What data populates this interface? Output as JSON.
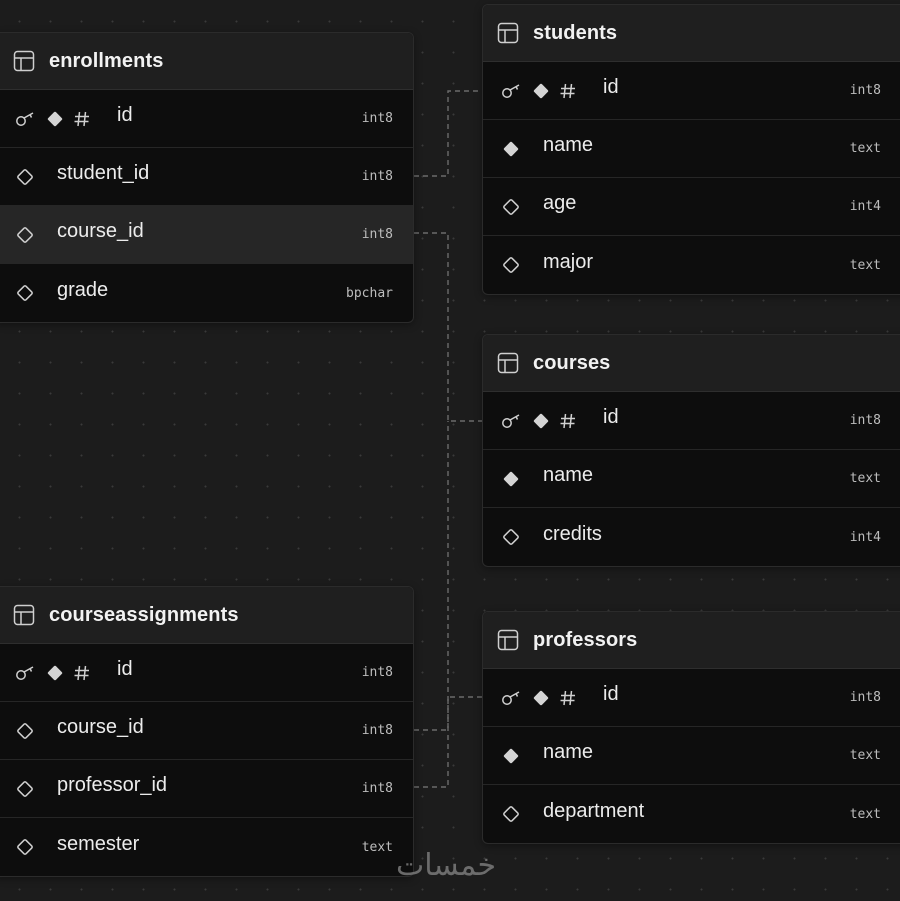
{
  "diagram": {
    "theme": {
      "background": "#1c1c1c",
      "card": "#0d0d0d",
      "header": "#1f1f1f",
      "connector": "#6b6b6b"
    },
    "tables": {
      "enrollments": {
        "title": "enrollments",
        "columns": [
          {
            "name": "id",
            "type": "int8",
            "icons": [
              "key-icon",
              "filled-diamond-icon",
              "hash-icon"
            ]
          },
          {
            "name": "student_id",
            "type": "int8",
            "icons": [
              "outline-diamond-icon"
            ]
          },
          {
            "name": "course_id",
            "type": "int8",
            "icons": [
              "outline-diamond-icon"
            ]
          },
          {
            "name": "grade",
            "type": "bpchar",
            "icons": [
              "outline-diamond-icon"
            ]
          }
        ]
      },
      "students": {
        "title": "students",
        "columns": [
          {
            "name": "id",
            "type": "int8",
            "icons": [
              "key-icon",
              "filled-diamond-icon",
              "hash-icon"
            ]
          },
          {
            "name": "name",
            "type": "text",
            "icons": [
              "filled-diamond-icon"
            ]
          },
          {
            "name": "age",
            "type": "int4",
            "icons": [
              "outline-diamond-icon"
            ]
          },
          {
            "name": "major",
            "type": "text",
            "icons": [
              "outline-diamond-icon"
            ]
          }
        ]
      },
      "courses": {
        "title": "courses",
        "columns": [
          {
            "name": "id",
            "type": "int8",
            "icons": [
              "key-icon",
              "filled-diamond-icon",
              "hash-icon"
            ]
          },
          {
            "name": "name",
            "type": "text",
            "icons": [
              "filled-diamond-icon"
            ]
          },
          {
            "name": "credits",
            "type": "int4",
            "icons": [
              "outline-diamond-icon"
            ]
          }
        ]
      },
      "courseassignments": {
        "title": "courseassignments",
        "columns": [
          {
            "name": "id",
            "type": "int8",
            "icons": [
              "key-icon",
              "filled-diamond-icon",
              "hash-icon"
            ]
          },
          {
            "name": "course_id",
            "type": "int8",
            "icons": [
              "outline-diamond-icon"
            ]
          },
          {
            "name": "professor_id",
            "type": "int8",
            "icons": [
              "outline-diamond-icon"
            ]
          },
          {
            "name": "semester",
            "type": "text",
            "icons": [
              "outline-diamond-icon"
            ]
          }
        ]
      },
      "professors": {
        "title": "professors",
        "columns": [
          {
            "name": "id",
            "type": "int8",
            "icons": [
              "key-icon",
              "filled-diamond-icon",
              "hash-icon"
            ]
          },
          {
            "name": "name",
            "type": "text",
            "icons": [
              "filled-diamond-icon"
            ]
          },
          {
            "name": "department",
            "type": "text",
            "icons": [
              "outline-diamond-icon"
            ]
          }
        ]
      }
    },
    "relationships": [
      {
        "from": "enrollments.student_id",
        "to": "students.id"
      },
      {
        "from": "enrollments.course_id",
        "to": "courses.id"
      },
      {
        "from": "courseassignments.course_id",
        "to": "courses.id"
      },
      {
        "from": "courseassignments.professor_id",
        "to": "professors.id"
      }
    ],
    "watermark": "خمسات"
  }
}
